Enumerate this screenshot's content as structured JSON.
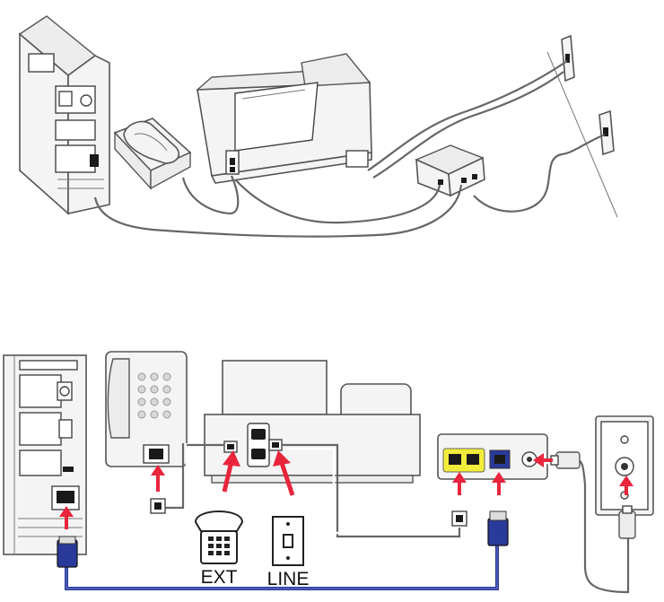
{
  "labels": {
    "ext": "EXT",
    "line": "LINE"
  },
  "colors": {
    "arrow": "#e8253c",
    "ethernet_cable": "#2a3a9a",
    "modem_port_highlight": "#f2ec3a"
  },
  "icons": [
    "computer-tower",
    "telephone",
    "printer",
    "dsl-filter",
    "wall-jack",
    "modem",
    "rj11-plug",
    "rj45-plug",
    "coax-connector"
  ]
}
